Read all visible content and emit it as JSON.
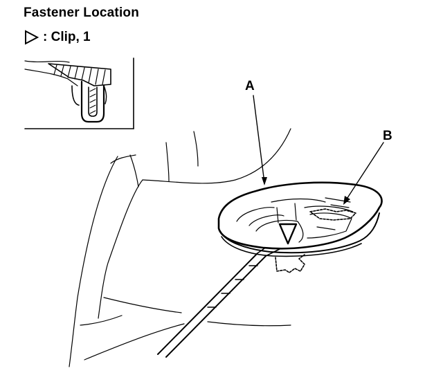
{
  "header": {
    "title": "Fastener Location",
    "legend_symbol_name": "triangle-outline-icon",
    "legend_text": ": Clip, 1"
  },
  "callouts": {
    "a": "A",
    "b": "B"
  }
}
